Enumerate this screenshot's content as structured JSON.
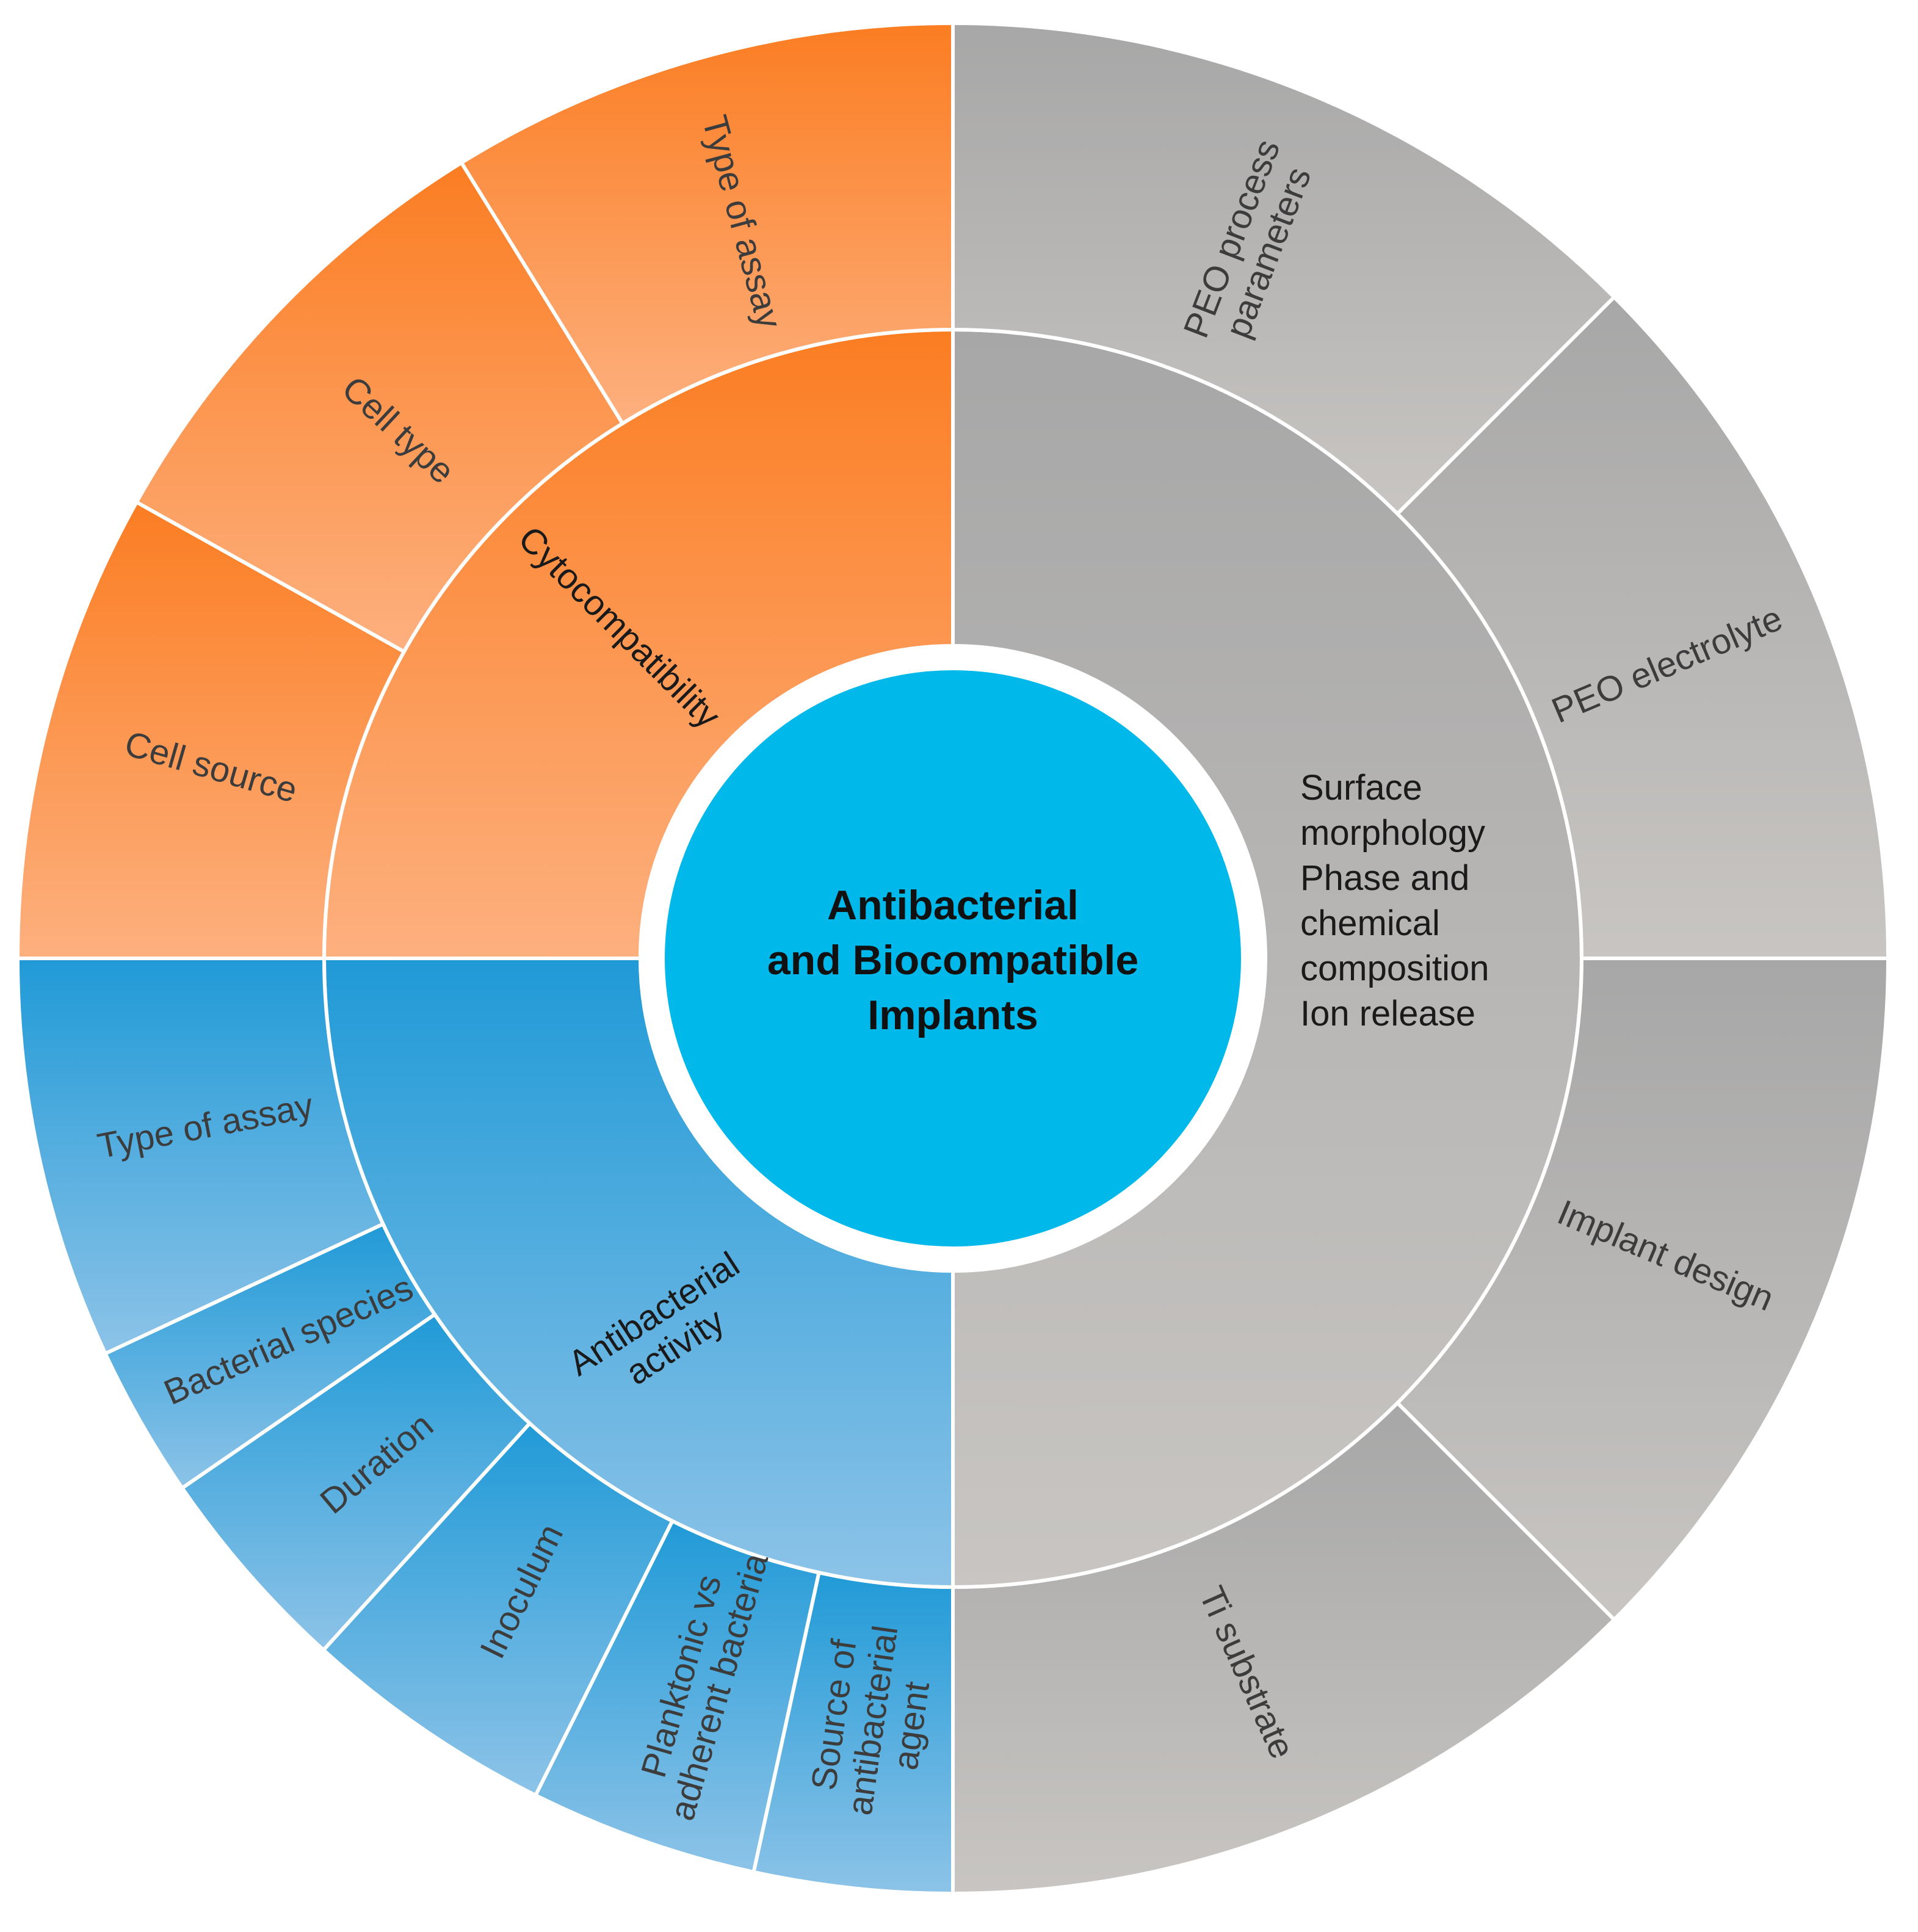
{
  "center": {
    "lines": [
      "Antibacterial",
      "and Biocompatible",
      "Implants"
    ],
    "color": "#00b9ea"
  },
  "quadrants": [
    {
      "key": "cytocompatibility",
      "colors": {
        "light": "#fdb07f",
        "dark": "#fb7d22"
      },
      "middle": {
        "lines": [
          "Cytocompatibility"
        ]
      },
      "outer": [
        {
          "lines": [
            "Cell source"
          ]
        },
        {
          "lines": [
            "Cell type"
          ]
        },
        {
          "lines": [
            "Type of assay"
          ]
        }
      ]
    },
    {
      "key": "surface",
      "colors": {
        "light": "#c8c5c2",
        "dark": "#a7a7a7"
      },
      "middle": {
        "lines": [
          "Surface",
          "morphology",
          "",
          "Phase and",
          "chemical",
          "composition",
          "",
          "Ion release"
        ]
      },
      "outer": [
        {
          "lines": [
            "PEO process",
            "parameters"
          ]
        },
        {
          "lines": [
            "PEO electrolyte"
          ]
        },
        {
          "lines": [
            "Implant design"
          ]
        },
        {
          "lines": [
            "Ti substrate"
          ]
        }
      ]
    },
    {
      "key": "antibacterial",
      "colors": {
        "light": "#8dc3e8",
        "dark": "#209ad7"
      },
      "middle": {
        "lines": [
          "Antibacterial",
          "activity"
        ]
      },
      "outer": [
        {
          "lines": [
            "Type of assay"
          ]
        },
        {
          "lines": [
            "Bacterial species"
          ]
        },
        {
          "lines": [
            "Duration"
          ]
        },
        {
          "lines": [
            "Inoculum"
          ]
        },
        {
          "lines": [
            "Planktonic vs",
            "adherent bacteria"
          ]
        },
        {
          "lines": [
            "Source of",
            "antibacterial",
            "agent"
          ]
        }
      ]
    }
  ]
}
